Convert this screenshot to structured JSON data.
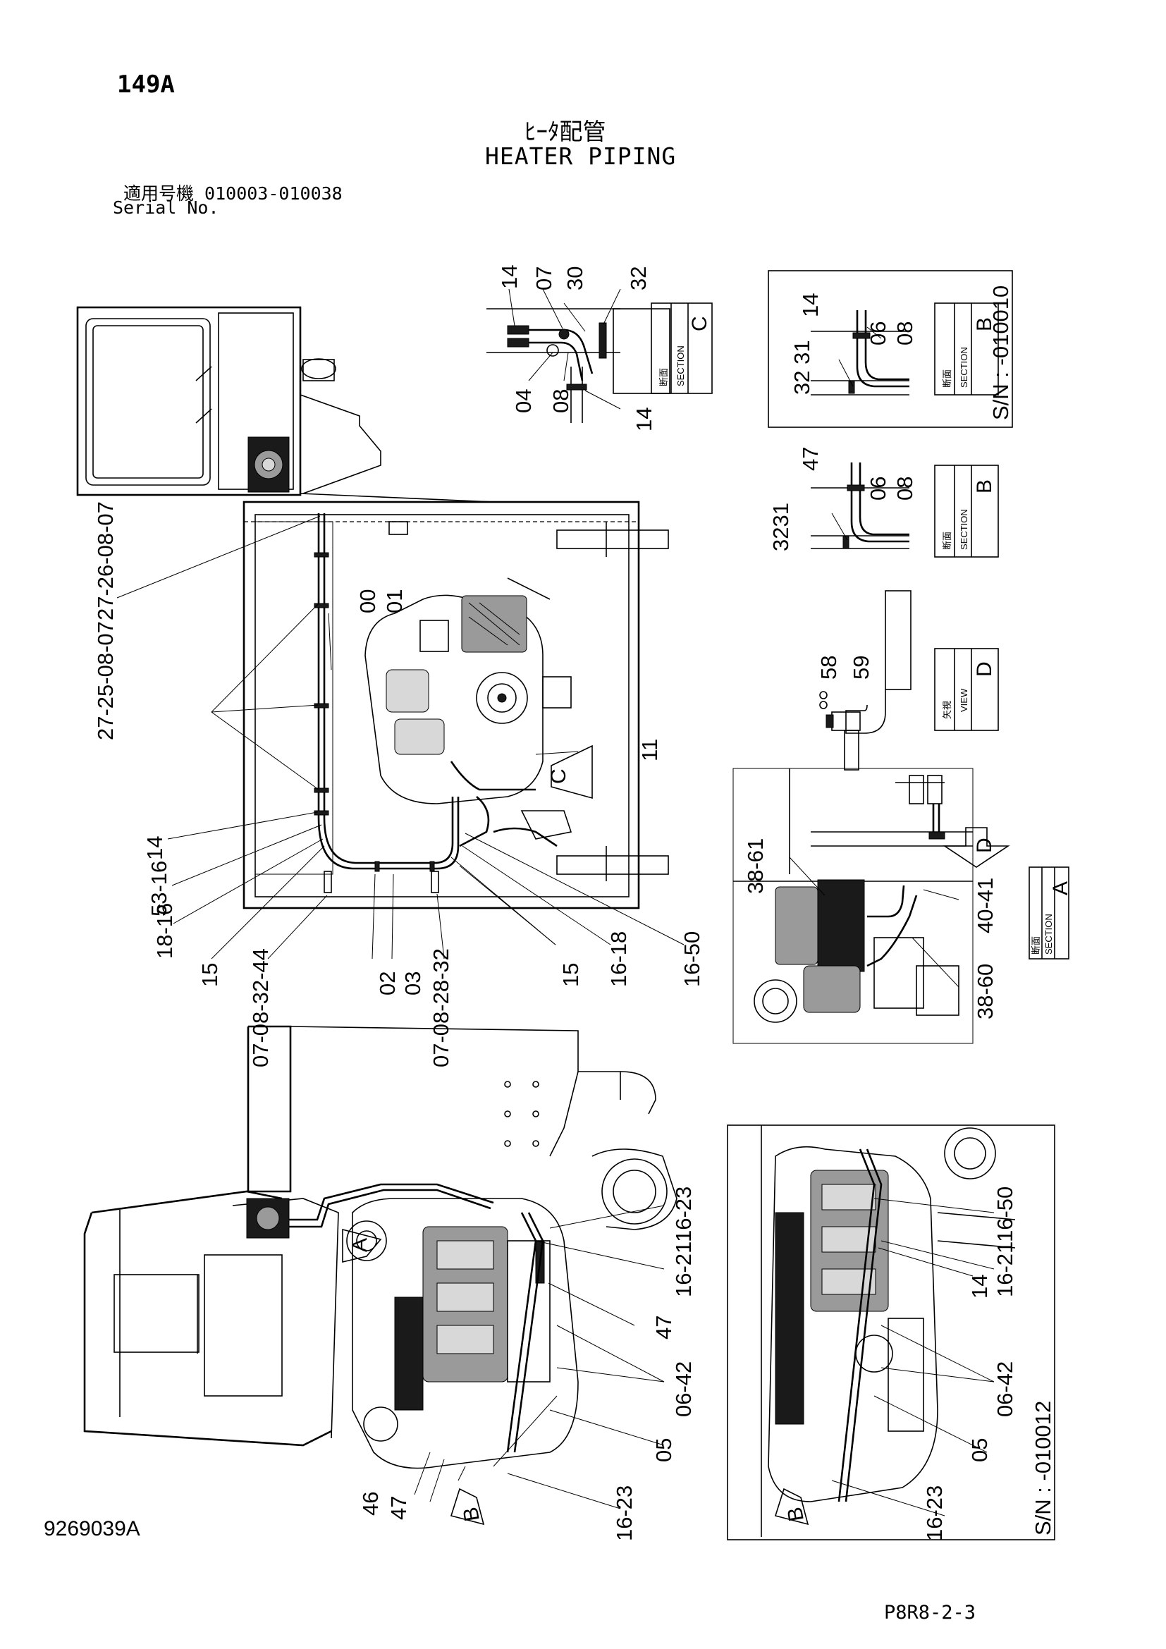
{
  "header": {
    "page_number": "149A",
    "title_jp": "ﾋｰﾀ配管",
    "title_en": "HEATER PIPING",
    "serial_jp": "適用号機 010003-010038",
    "serial_en": "Serial No."
  },
  "footer": {
    "drawing_number": "9269039A",
    "page_code": "P8R8-2-3"
  },
  "sections": {
    "section_c": {
      "jp": "断面",
      "en": "SECTION",
      "letter": "C"
    },
    "section_b_upper": {
      "jp": "断面",
      "en": "SECTION",
      "letter": "B"
    },
    "section_b_lower": {
      "jp": "断面",
      "en": "SECTION",
      "letter": "B"
    },
    "view_d": {
      "jp": "矢視",
      "en": "VIEW",
      "letter": "D"
    },
    "section_a": {
      "jp": "断面",
      "en": "SECTION",
      "letter": "A"
    },
    "sn_upper": "S/N : -010010",
    "sn_lower": "S/N : -010012"
  },
  "arrows": {
    "c_arrow": "C",
    "d_arrow": "D",
    "a_arrow": "A",
    "b_arrow_left": "B",
    "b_arrow_right": "B"
  },
  "callouts": {
    "sc_14": "14",
    "sc_07": "07",
    "sc_30": "30",
    "sc_32": "32",
    "sc_04": "04",
    "sc_08": "08",
    "sc_14b": "14",
    "sb1_14": "14",
    "sb1_06": "06",
    "sb1_08": "08",
    "sb1_3231": "32 31",
    "sb2_47": "47",
    "sb2_06": "06",
    "sb2_08": "08",
    "sb2_3231": "3231",
    "vd_58": "58",
    "vd_59": "59",
    "t_27_26": "27-26-08-07",
    "t_00": "00",
    "t_01": "01",
    "t_27_25": "27-25-08-07",
    "t_11": "11",
    "t_14": "14",
    "t_53_16": "53-16",
    "t_18_16": "18-16",
    "t_15a": "15",
    "t_07_44": "07-08-32-44",
    "t_02": "02",
    "t_03": "03",
    "t_07_32": "07-08-28-32",
    "t_15b": "15",
    "t_16_18": "16-18",
    "t_16_50": "16-50",
    "sa_38_61": "38-61",
    "sa_40_41": "40-41",
    "sa_38_60": "38-60",
    "s_16_23a": "16-23",
    "s_16_21": "16-21",
    "s_47": "47",
    "s_06_42": "06-42",
    "s_05": "05",
    "s_46": "46",
    "s_47b": "47",
    "s_16_23b": "16-23",
    "r_16_50": "16-50",
    "r_16_21": "16-21",
    "r_14": "14",
    "r_06_42": "06-42",
    "r_05": "05",
    "r_16_23": "16-23"
  }
}
